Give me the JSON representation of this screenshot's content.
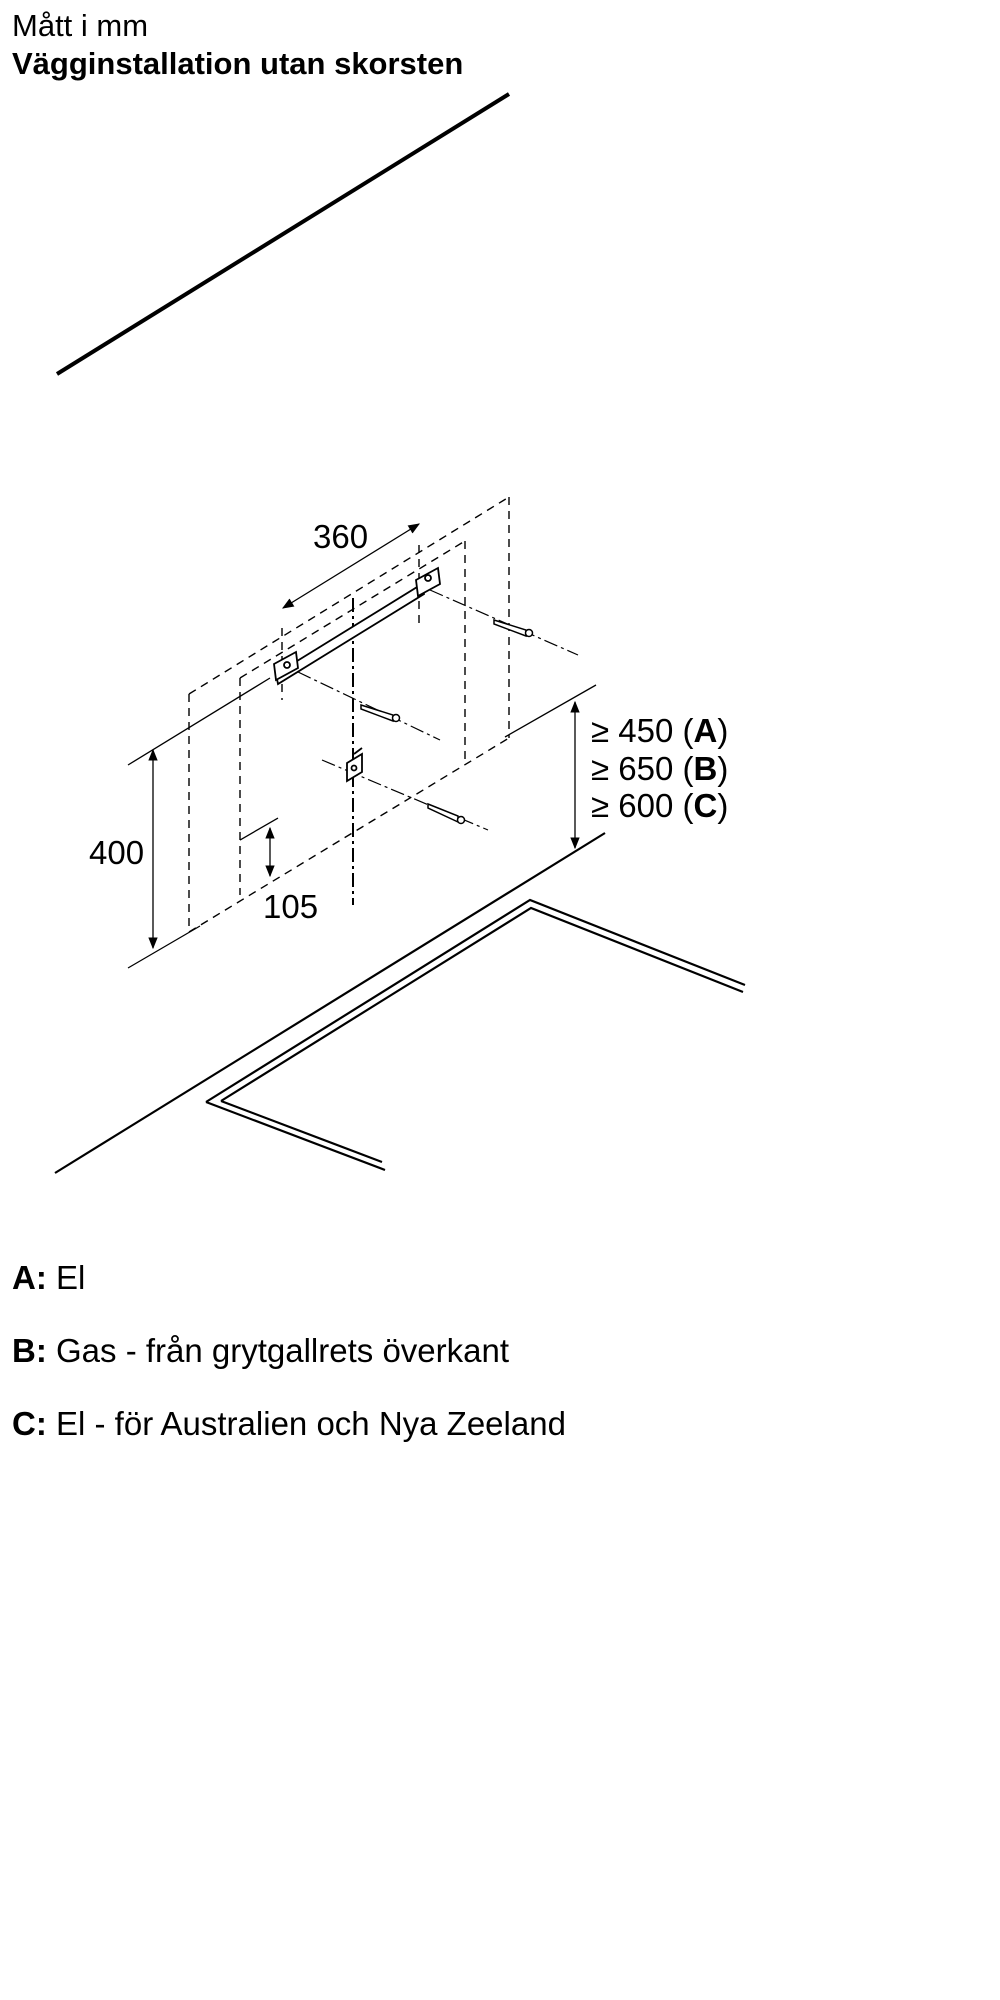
{
  "header": {
    "subtitle": "Mått i mm",
    "title": "Vägginstallation utan skorsten"
  },
  "dimensions": {
    "width": "360",
    "height_left": "400",
    "offset": "105",
    "clearances": [
      {
        "prefix": "≥ 450 (",
        "key": "A",
        "suffix": ")"
      },
      {
        "prefix": "≥ 650 (",
        "key": "B",
        "suffix": ")"
      },
      {
        "prefix": "≥ 600 (",
        "key": "C",
        "suffix": ")"
      }
    ]
  },
  "legend": [
    {
      "key": "A:",
      "text": "El"
    },
    {
      "key": "B:",
      "text": "Gas - från grytgallrets överkant"
    },
    {
      "key": "C:",
      "text": "El - för Australien och Nya Zeeland"
    }
  ]
}
